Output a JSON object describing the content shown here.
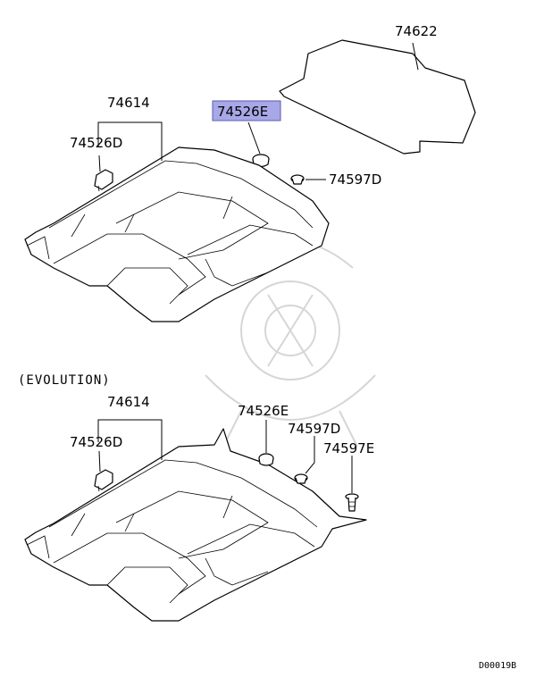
{
  "colors": {
    "highlight": "#a8a8e8",
    "ink": "#000000",
    "watermark": "#d6d6d6"
  },
  "section_top": {
    "label_74622": "74622",
    "label_74614": "74614",
    "label_74526D": "74526D",
    "label_74526E": "74526E",
    "label_74597D": "74597D"
  },
  "section_evolution": {
    "heading": "(EVOLUTION)",
    "label_74614": "74614",
    "label_74526D": "74526D",
    "label_74526E": "74526E",
    "label_74597D": "74597D",
    "label_74597E": "74597E"
  },
  "diagram_code": "D00019B"
}
